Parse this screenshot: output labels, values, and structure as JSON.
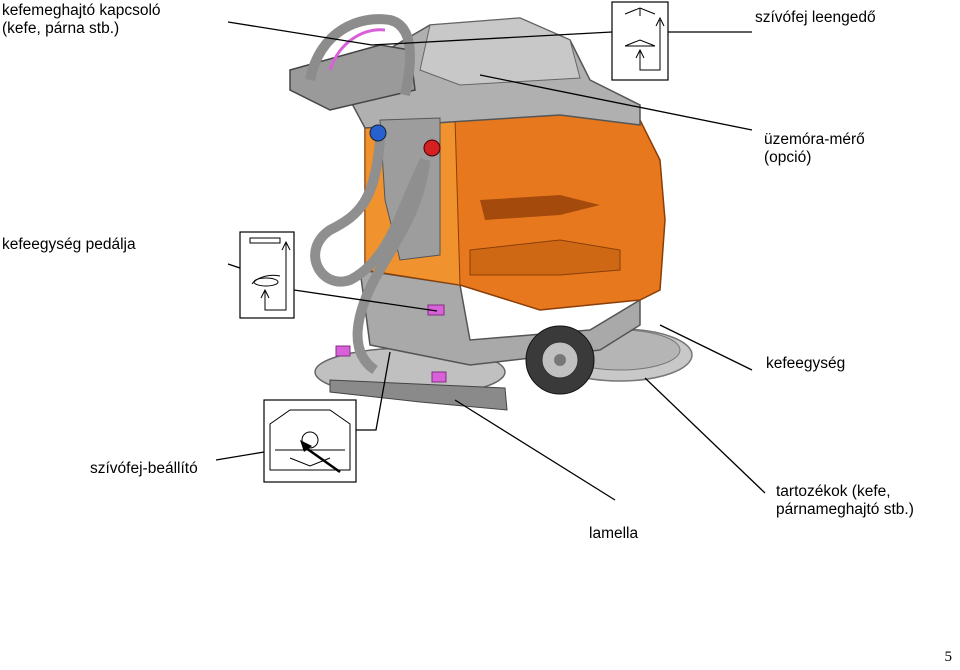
{
  "labels": {
    "brush_switch_line1": "kefemeghajtó kapcsoló",
    "brush_switch_line2": "(kefe, párna stb.)",
    "squeegee_lowering": "szívófej leengedő",
    "hour_meter_line1": "üzemóra-mérő",
    "hour_meter_line2": "(opció)",
    "brush_pedal": "kefeegység pedálja",
    "brush_unit": "kefeegység",
    "squeegee_adjuster": "szívófej-beállító",
    "blade": "lamella",
    "accessories_line1": "tartozékok (kefe,",
    "accessories_line2": "párnameghajtó stb.)"
  },
  "page_number": "5",
  "colors": {
    "body_orange": "#e8781e",
    "grey_part": "#a8a8a8",
    "dark_grey": "#5a5a5a",
    "accent_magenta": "#d860d8",
    "cap_red": "#d42020",
    "cap_blue": "#2860d0",
    "line": "#000000"
  }
}
